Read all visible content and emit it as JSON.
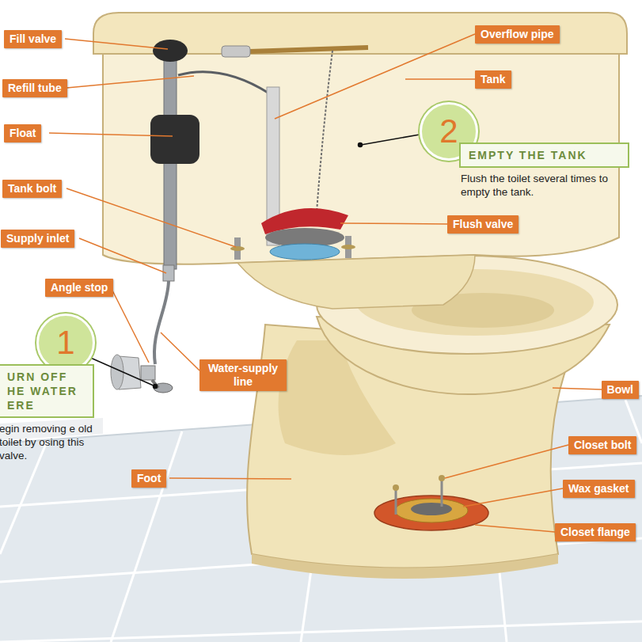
{
  "diagram": {
    "nodes": [
      {
        "text": [
          "Fill valve"
        ]
      },
      {
        "text": [
          "Overflow pipe"
        ]
      },
      {
        "text": [
          "Refill tube"
        ]
      },
      {
        "text": [
          "Tank"
        ]
      },
      {
        "text": [
          "2"
        ]
      },
      {
        "text": [
          "EMPTY THE TANK",
          "Flush the toilet several times to empty the tank."
        ]
      },
      {
        "text": [
          "Float"
        ]
      },
      {
        "text": [
          "Tank bolt"
        ]
      },
      {
        "text": [
          "Flush valve"
        ]
      },
      {
        "text": [
          "Supply inlet"
        ]
      },
      {
        "text": [
          "Angle stop"
        ]
      },
      {
        "text": [
          "1"
        ]
      },
      {
        "text": [
          "URN OFF HE WATER ERE",
          "egin removing e old toilet by osing this valve."
        ]
      },
      {
        "text": [
          "Water-supply line"
        ]
      },
      {
        "text": [
          "Bowl"
        ]
      },
      {
        "text": [
          "Foot"
        ]
      },
      {
        "text": [
          "Closet bolt"
        ]
      },
      {
        "text": [
          "Wax gasket"
        ]
      },
      {
        "text": [
          "Closet flange"
        ]
      }
    ]
  }
}
